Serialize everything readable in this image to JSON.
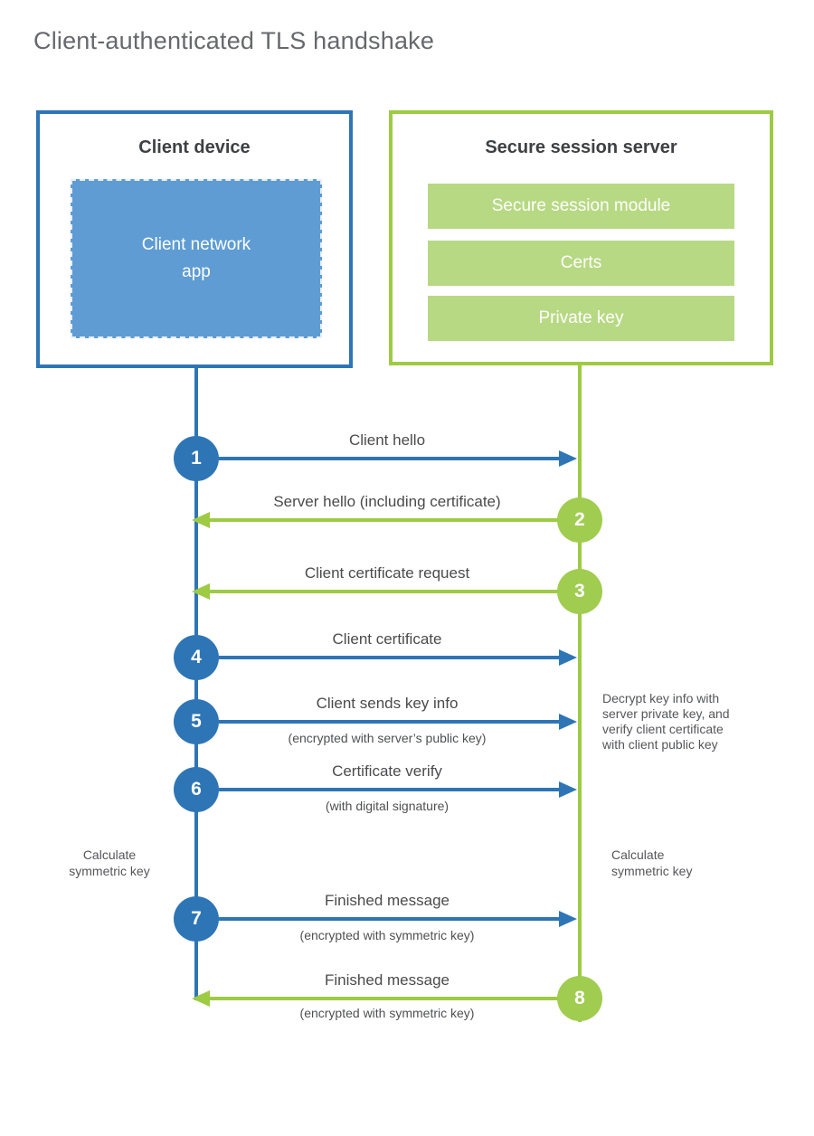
{
  "title": "Client-authenticated TLS handshake",
  "colors": {
    "client_accent": "#2e75b6",
    "client_fill": "#5e9cd3",
    "server_accent": "#9ecb44",
    "server_fill": "#b7d983",
    "text_dark": "#3f4043",
    "text_gray": "#55565a"
  },
  "client": {
    "title": "Client device",
    "app_lines": [
      "Client network",
      "app"
    ]
  },
  "server": {
    "title": "Secure session server",
    "modules": [
      "Secure session module",
      "Certs",
      "Private key"
    ]
  },
  "steps": [
    {
      "num": "1",
      "label": "Client hello",
      "sublabel": "",
      "direction": "client-to-server"
    },
    {
      "num": "2",
      "label": "Server hello (including certificate)",
      "sublabel": "",
      "direction": "server-to-client"
    },
    {
      "num": "3",
      "label": "Client certificate request",
      "sublabel": "",
      "direction": "server-to-client"
    },
    {
      "num": "4",
      "label": "Client certificate",
      "sublabel": "",
      "direction": "client-to-server"
    },
    {
      "num": "5",
      "label": "Client sends key info",
      "sublabel": "(encrypted with server’s public key)",
      "direction": "client-to-server"
    },
    {
      "num": "6",
      "label": "Certificate verify",
      "sublabel": "(with digital signature)",
      "direction": "client-to-server"
    },
    {
      "num": "7",
      "label": "Finished message",
      "sublabel": "(encrypted with symmetric key)",
      "direction": "client-to-server"
    },
    {
      "num": "8",
      "label": "Finished message",
      "sublabel": "(encrypted with symmetric key)",
      "direction": "server-to-client"
    }
  ],
  "notes": {
    "calc_left": [
      "Calculate",
      "symmetric key"
    ],
    "calc_right": [
      "Calculate",
      "symmetric key"
    ],
    "decrypt": [
      "Decrypt key info with",
      "server private key, and",
      "verify client certificate",
      "with client public key"
    ]
  }
}
